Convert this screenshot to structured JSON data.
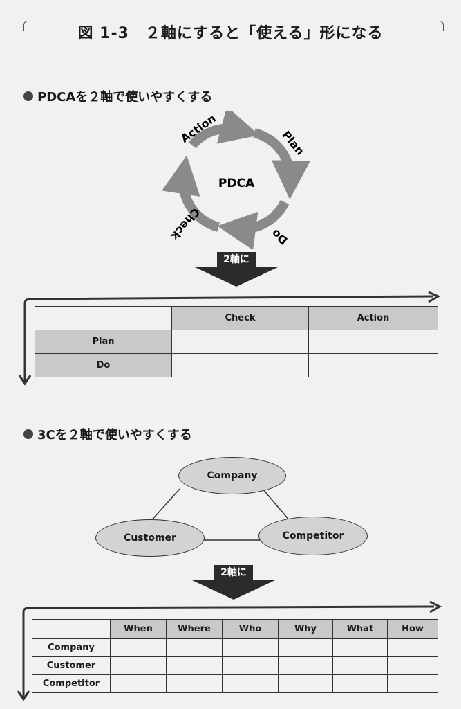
{
  "figure_title": "図 1-3　２軸にすると「使える」形になる",
  "section1": {
    "heading": "PDCAを２軸で使いやすくする",
    "cycle": {
      "center": "PDCA",
      "steps": [
        "Plan",
        "Do",
        "Check",
        "Action"
      ]
    },
    "transform_label": "2軸に",
    "table": {
      "columns": [
        "",
        "Check",
        "Action"
      ],
      "rows": [
        "Plan",
        "Do"
      ]
    }
  },
  "section2": {
    "heading": "3Cを２軸で使いやすくする",
    "nodes": [
      "Company",
      "Customer",
      "Competitor"
    ],
    "transform_label": "2軸に",
    "table": {
      "columns": [
        "",
        "When",
        "Where",
        "Who",
        "Why",
        "What",
        "How"
      ],
      "rows": [
        "Company",
        "Customer",
        "Competitor"
      ]
    }
  },
  "colors": {
    "arrow_gray": "#8a8a8a",
    "dark": "#2b2b2b",
    "shade": "#c9c9c9"
  }
}
